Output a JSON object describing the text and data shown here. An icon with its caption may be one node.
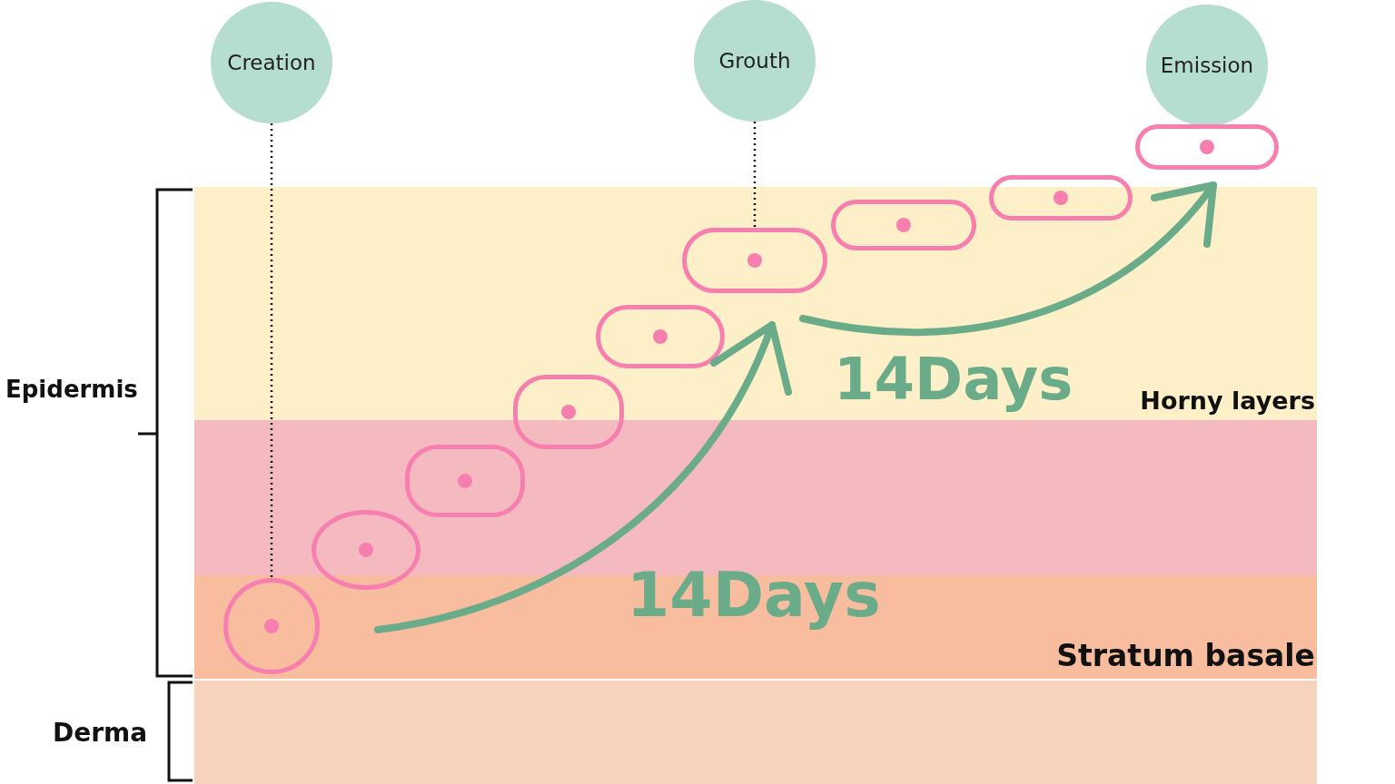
{
  "diagram": {
    "nodes": [
      {
        "text": [
          "Creation"
        ]
      },
      {
        "text": [
          "Grouth"
        ]
      },
      {
        "text": [
          "Emission"
        ]
      },
      {
        "text": [
          "Horny layers"
        ]
      },
      {
        "text": [],
        "shape": "band"
      },
      {
        "text": [
          "Stratum basale"
        ]
      },
      {
        "text": [],
        "shape": "band"
      },
      {
        "text": [],
        "shape": "circle",
        "in": 5
      },
      {
        "text": [],
        "shape": "circle"
      },
      {
        "text": [],
        "shape": "box",
        "in": 4
      },
      {
        "text": [],
        "shape": "box"
      },
      {
        "text": [],
        "shape": "box",
        "in": 3
      },
      {
        "text": [],
        "shape": "box",
        "in": 3
      },
      {
        "text": [],
        "shape": "box",
        "in": 3
      },
      {
        "text": [],
        "shape": "box"
      },
      {
        "text": [],
        "shape": "box"
      }
    ],
    "edges": [
      {
        "from": 0,
        "to": 7,
        "arrow": "none",
        "style": "dashed"
      },
      {
        "from": 1,
        "to": 12,
        "arrow": "none",
        "style": "dashed"
      }
    ],
    "labels": [
      "14Days",
      "Epidermis",
      "14Days",
      "Derma"
    ]
  }
}
